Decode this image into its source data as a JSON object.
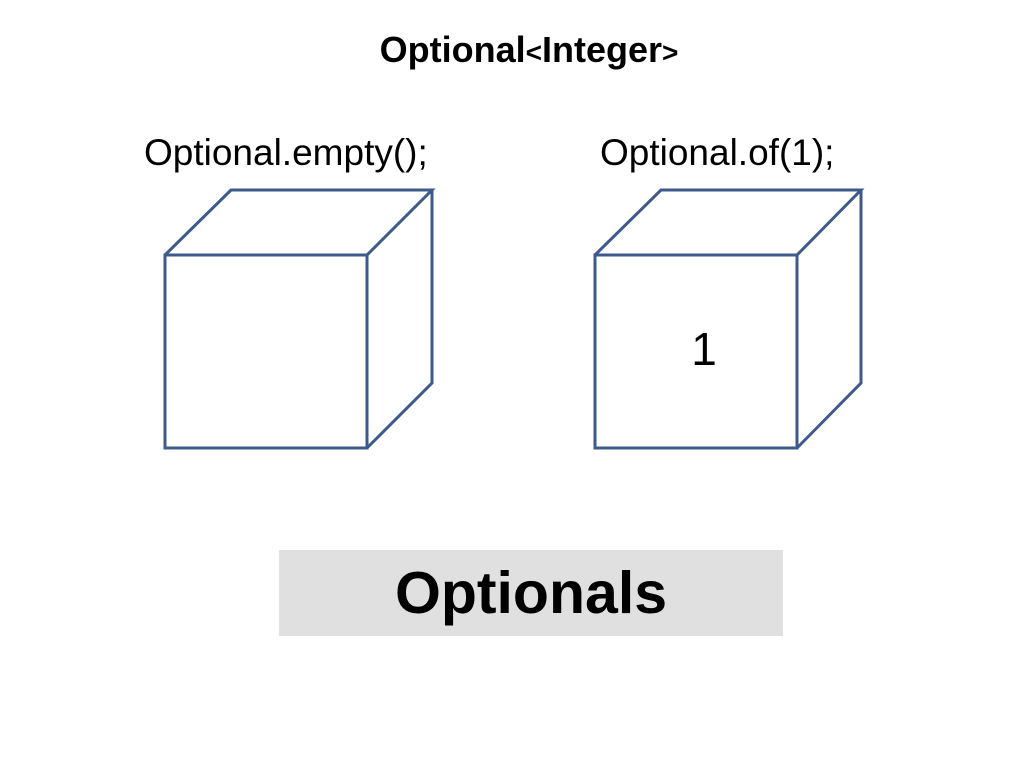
{
  "header": {
    "title_main": "Optional",
    "title_open": "<",
    "title_type": "Integer",
    "title_close": ">"
  },
  "cubes": [
    {
      "caption": "Optional.empty();",
      "value": ""
    },
    {
      "caption": "Optional.of(1);",
      "value": "1"
    }
  ],
  "footer": {
    "label": "Optionals"
  },
  "colors": {
    "cube_stroke": "#3e5a8c",
    "label_background": "#e0e0e0",
    "text": "#000000"
  }
}
